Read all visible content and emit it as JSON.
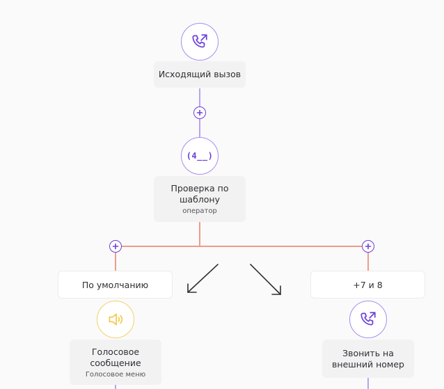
{
  "flow": {
    "start": {
      "label": "Исходящий вызов",
      "icon": "phone-outgoing-icon"
    },
    "check": {
      "title": "Проверка по шаблону",
      "subtitle": "оператор",
      "glyph": "(4__)",
      "icon": "template-pattern-icon"
    },
    "branches": [
      {
        "label": "По умолчанию",
        "node": {
          "title": "Голосовое сообщение",
          "subtitle": "Голосовое меню",
          "icon": "speaker-icon"
        }
      },
      {
        "label": "+7 и 8",
        "node": {
          "title": "Звонить на внешний номер",
          "icon": "phone-outgoing-icon"
        }
      }
    ]
  },
  "colors": {
    "accent": "#6c3fd8",
    "connector_purple": "#b7a4f2",
    "connector_red": "#ef9b8b",
    "speaker_yellow": "#f2c94c"
  }
}
